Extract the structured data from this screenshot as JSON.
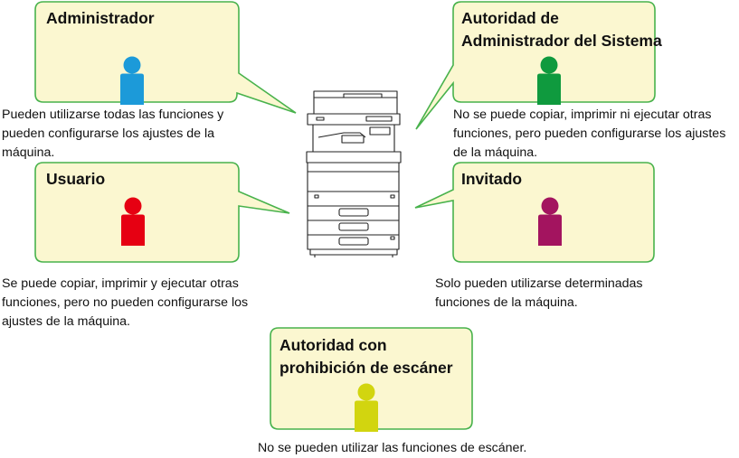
{
  "colors": {
    "bubble_fill": "#fbf7d0",
    "bubble_border": "#48b24c",
    "printer_stroke": "#222222"
  },
  "roles": {
    "administrador": {
      "title": "Administrador",
      "description": "Pueden utilizarse todas las funciones y pueden configurarse los ajustes de la máquina.",
      "icon": "person-icon",
      "color": "#1c9ad9"
    },
    "sistema": {
      "title_line1": "Autoridad de",
      "title_line2": "Administrador del Sistema",
      "description": "No se puede copiar, imprimir ni ejecutar otras funciones, pero pueden configurarse los ajustes de la máquina.",
      "icon": "person-icon",
      "color": "#0f9a3e"
    },
    "usuario": {
      "title": "Usuario",
      "description": "Se puede copiar, imprimir y ejecutar otras funciones, pero no pueden configurarse los ajustes de la máquina.",
      "icon": "person-icon",
      "color": "#e60012"
    },
    "invitado": {
      "title": "Invitado",
      "description": "Solo pueden utilizarse determinadas funciones de la máquina.",
      "icon": "person-icon",
      "color": "#a3145f"
    },
    "escaner": {
      "title_line1": "Autoridad con",
      "title_line2": "prohibición de escáner",
      "description": "No se pueden utilizar las funciones de escáner.",
      "icon": "person-icon",
      "color": "#d2d50f"
    }
  },
  "printer": {
    "icon": "multifunction-printer-icon"
  }
}
